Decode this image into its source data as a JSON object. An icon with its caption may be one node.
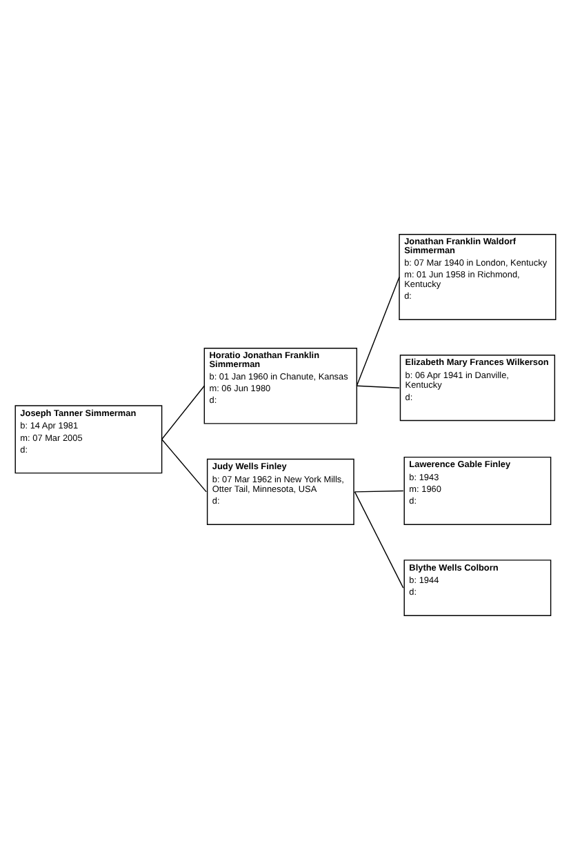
{
  "diagram": {
    "nodes": [
      {
        "text": [
          "Joseph Tanner Simmerman",
          "b: 14 Apr 1981",
          "m: 07 Mar 2005",
          "d:"
        ]
      },
      {
        "text": [
          "Horatio Jonathan Franklin Simmerman",
          "b: 01 Jan 1960 in Chanute, Kansas",
          "m: 06 Jun 1980",
          "d:"
        ]
      },
      {
        "text": [
          "Jonathan Franklin Waldorf Simmerman",
          "b: 07 Mar 1940 in London, Kentucky",
          "m: 01 Jun 1958 in Richmond, Kentucky",
          "d:"
        ]
      },
      {
        "text": [
          "Elizabeth Mary Frances Wilkerson",
          "b: 06 Apr 1941 in Danville, Kentucky",
          "d:"
        ]
      },
      {
        "text": [
          "Judy Wells Finley",
          "b: 07 Mar 1962 in New York Mills, Otter Tail, Minnesota, USA",
          "d:"
        ]
      },
      {
        "text": [
          "Lawerence Gable Finley",
          "b: 1943",
          "m: 1960",
          "d:"
        ]
      },
      {
        "text": [
          "Blythe Wells Colborn",
          "b: 1944",
          "d:"
        ]
      }
    ],
    "edges": [
      {
        "from": 0,
        "to": 1,
        "arrow": "none"
      },
      {
        "from": 0,
        "to": 4,
        "arrow": "none"
      },
      {
        "from": 1,
        "to": 2,
        "arrow": "none"
      },
      {
        "from": 1,
        "to": 3,
        "arrow": "none"
      },
      {
        "from": 4,
        "to": 5,
        "arrow": "none"
      },
      {
        "from": 4,
        "to": 6,
        "arrow": "none"
      }
    ]
  }
}
